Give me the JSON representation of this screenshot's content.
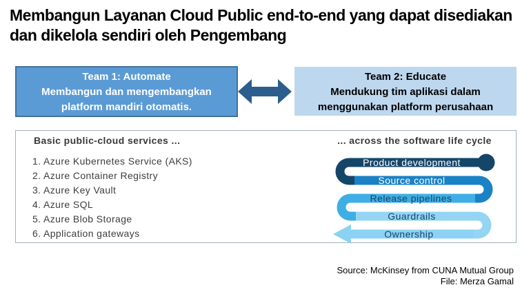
{
  "slide": {
    "title_line1": "Membangun Layanan Cloud Public end-to-end yang dapat disediakan",
    "title_line2": "dan dikelola sendiri oleh Pengembang"
  },
  "teams": {
    "team1": {
      "heading": "Team 1: Automate",
      "line1": "Membangun dan mengembangkan",
      "line2": "platform mandiri otomatis."
    },
    "team2": {
      "heading": "Team 2: Educate",
      "line1": "Mendukung tim aplikasi dalam",
      "line2": "menggunakan platform perusahaan"
    },
    "arrow_color": "#2B5E8C"
  },
  "exhibit": {
    "left_header": "Basic public-cloud services ...",
    "services": [
      "1. Azure Kubernetes Service (AKS)",
      "2. Azure Container Registry",
      "3. Azure Key Vault",
      "4. Azure SQL",
      "5. Azure Blob Storage",
      "6. Application gateways"
    ],
    "right_header": "... across the software life cycle",
    "lifecycle_stages": [
      {
        "label": "Product development",
        "band_color": "#16456A",
        "text_color": "#FFFFFF"
      },
      {
        "label": "Source control",
        "band_color": "#1B82C5",
        "text_color": "#FFFFFF"
      },
      {
        "label": "Release pipelines",
        "band_color": "#3FAEE4",
        "text_color": "#16456A"
      },
      {
        "label": "Guardrails",
        "band_color": "#93D5F3",
        "text_color": "#16456A"
      },
      {
        "label": "Ownership",
        "band_color": "#8CD2F2",
        "text_color": "#16456A"
      }
    ]
  },
  "footer": {
    "source": "Source: McKinsey from CUNA Mutual Group",
    "file": "File: Merza Gamal"
  },
  "colors": {
    "team1_fill": "#5B9BD5",
    "team1_border": "#41719C",
    "team2_fill": "#BDD7EE",
    "exhibit_border": "#9FB3BE"
  }
}
